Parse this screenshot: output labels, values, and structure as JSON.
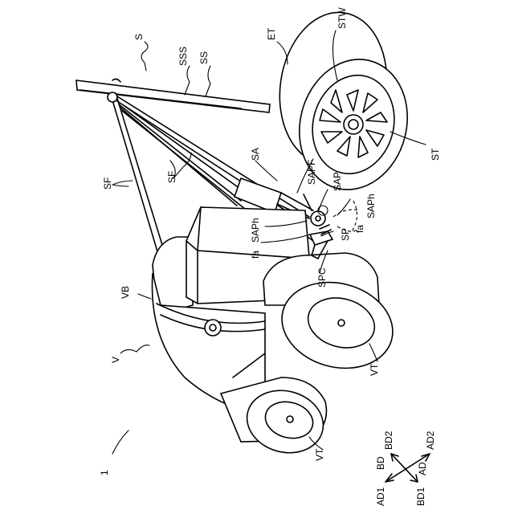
{
  "labels": {
    "S": "S",
    "SSS": "SSS",
    "SS": "SS",
    "ET": "ET",
    "STW": "STW",
    "ST": "ST",
    "SA": "SA",
    "SAPF": "SAPF",
    "SAP": "SAP",
    "SAPh_right": "SAPh",
    "fa_right": "fa",
    "SP": "SP",
    "SAPh_left": "SAPh",
    "fa_left": "fa",
    "SF_upper": "SF",
    "SF_left": "SF",
    "SPC": "SPC",
    "VB": "VB",
    "V": "V",
    "VT_right": "VT",
    "VT_bottom": "VT",
    "figure_number": "1",
    "BD": "BD",
    "BD2": "BD2",
    "AD1": "AD1",
    "BD1": "BD1",
    "AD": "AD",
    "AD2": "AD2"
  }
}
